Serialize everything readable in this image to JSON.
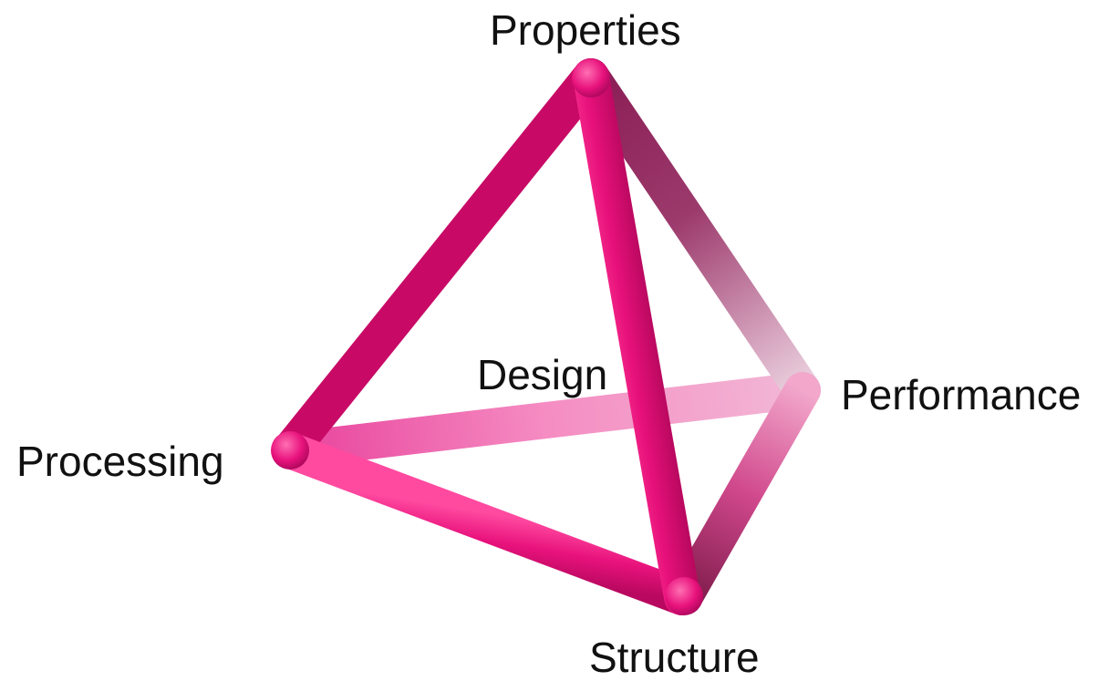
{
  "diagram": {
    "center_label": "Design",
    "vertices": {
      "top": "Properties",
      "right": "Performance",
      "left": "Processing",
      "bottom": "Structure"
    },
    "colors": {
      "edge_front": "#e8107a",
      "edge_front_highlight": "#ff4fa3",
      "edge_back": "#f07ab8",
      "edge_back_dark": "#7a1a48",
      "label_text": "#111111"
    }
  }
}
